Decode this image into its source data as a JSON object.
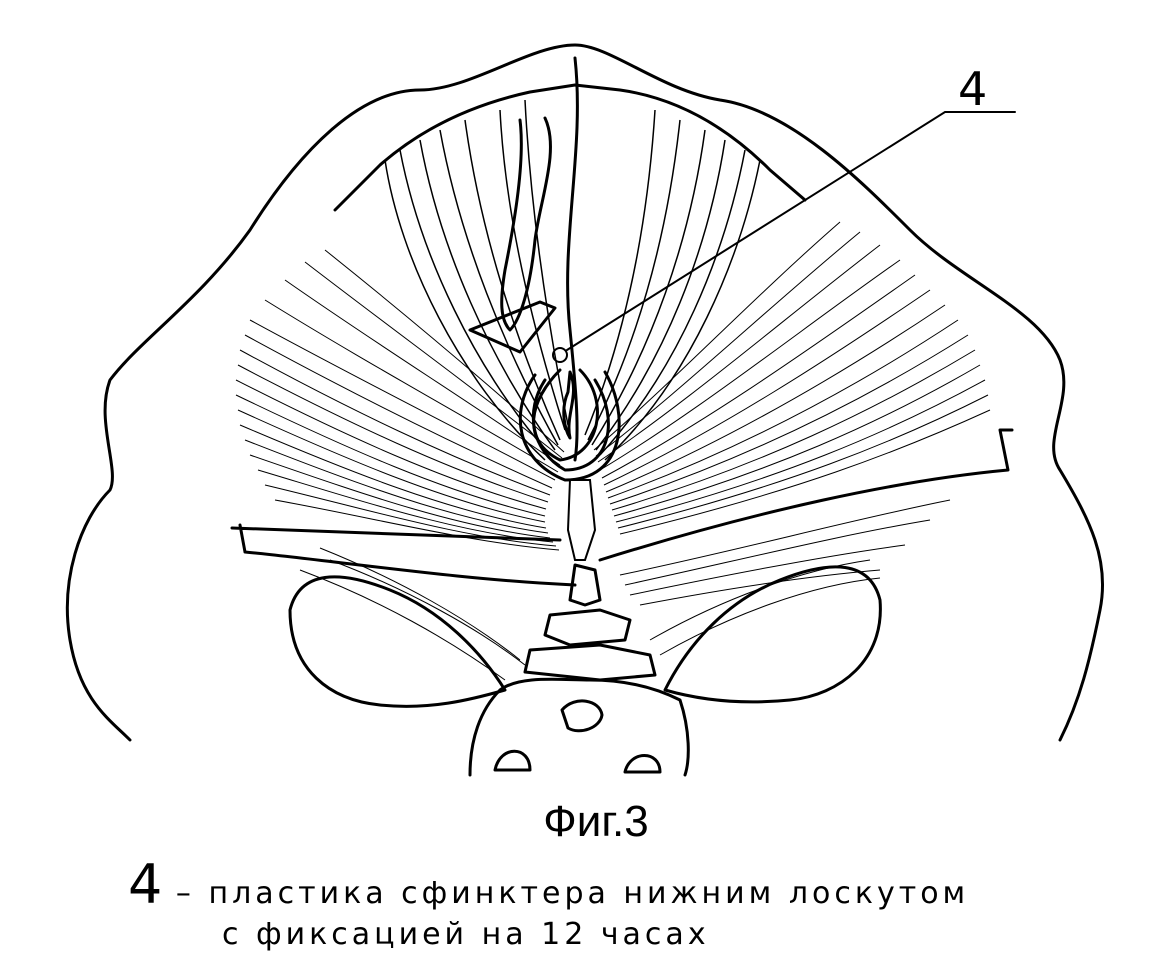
{
  "callout": {
    "label": "4"
  },
  "caption": {
    "figure_label": "Фиг.3"
  },
  "legend": {
    "number": "4",
    "dash": "–",
    "line1_text": "пластика сфинктера нижним лоскутом",
    "line2_text": "с фиксацией на 12 часах"
  },
  "colors": {
    "ink": "#000000",
    "paper": "#ffffff"
  }
}
